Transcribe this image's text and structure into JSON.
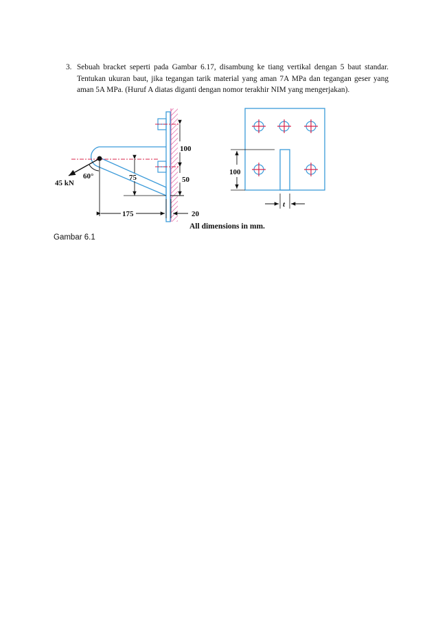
{
  "question": {
    "number": "3.",
    "text": "Sebuah bracket seperti pada Gambar 6.17, disambung ke tiang vertikal dengan 5 baut standar. Tentukan ukuran baut, jika tegangan tarik material yang aman 7A MPa dan tegangan geser yang aman 5A MPa. (Huruf A diatas diganti dengan nomor terakhir NIM yang mengerjakan)."
  },
  "figure": {
    "load_label": "45 kN",
    "angle_label": "60°",
    "dim_100_side": "100",
    "dim_75": "75",
    "dim_50": "50",
    "dim_175": "175",
    "dim_20": "20",
    "dim_100_front": "100",
    "thickness_label": "t",
    "note": "All dimensions in mm.",
    "colors": {
      "structure": "#3a9ad9",
      "hatch": "#e05a9c",
      "center_line": "#d8234a",
      "dimension": "#111111"
    }
  },
  "caption": "Gambar 6.1"
}
